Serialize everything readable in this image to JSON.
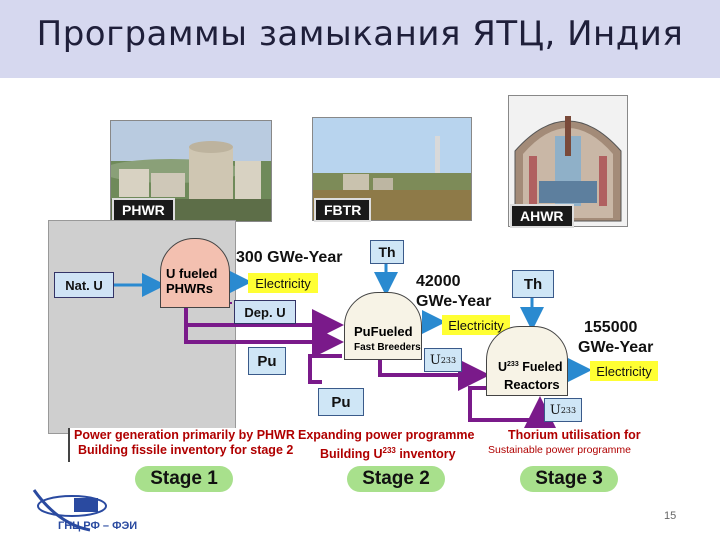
{
  "title": "Программы замыкания ЯТЦ, Индия",
  "photos": {
    "phwr": "PHWR",
    "fbtr": "FBTR",
    "ahwr": "AHWR"
  },
  "stage1": {
    "capacity": "300 GWe-Year",
    "input": "Nat. U",
    "reactor": "U fueled\nPHWRs",
    "output": "Electricity",
    "by_product": "Dep. U",
    "pu": "Pu",
    "note_line1": "Power generation primarily by PHWR",
    "note_line2": "Building fissile inventory for stage 2",
    "label": "Stage 1"
  },
  "stage2": {
    "th": "Th",
    "capacity_line1": "42000",
    "capacity_line2": "GWe-Year",
    "reactor_pu": "Pu",
    "reactor_fueled": "Fueled",
    "reactor_sub": "Fast Breeders",
    "output": "Electricity",
    "u233": "U",
    "u233_sup": "233",
    "pu": "Pu",
    "note_line1": "Expanding power programme",
    "note_line2_a": "Building U",
    "note_line2_sup": "233",
    "note_line2_b": " inventory",
    "label": "Stage 2"
  },
  "stage3": {
    "th": "Th",
    "capacity_line1": "155000",
    "capacity_line2": "GWe-Year",
    "reactor_line1_a": "U",
    "reactor_line1_sup": "233",
    "reactor_line1_b": " Fueled",
    "reactor_line2": "Reactors",
    "output": "Electricity",
    "u233": "U",
    "u233_sup": "233",
    "note_line1": "Thorium utilisation for",
    "note_line2": "Sustainable  power programme",
    "label": "Stage 3"
  },
  "logo_text": "ГНЦ РФ – ФЭИ",
  "page_number": "15",
  "colors": {
    "title_bg": "#d6d8ef",
    "arrow": "#7a1a8a",
    "stage_green": "#a8e08c",
    "electricity_yellow": "#ffff33",
    "note_red": "#b00000"
  }
}
